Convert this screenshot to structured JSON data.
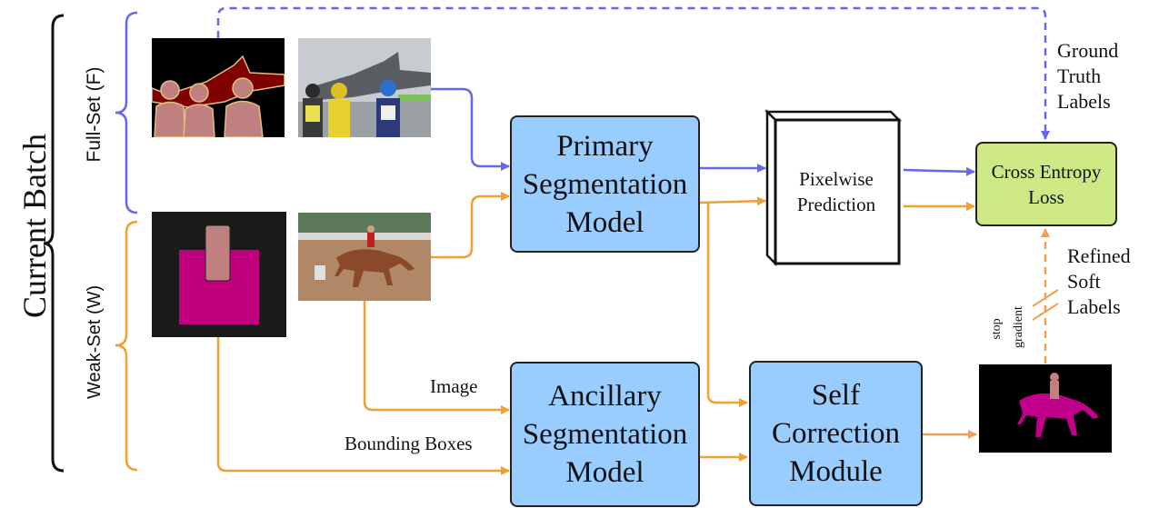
{
  "colors": {
    "full_set": "#6666ee",
    "weak_set": "#f0a030",
    "refined": "#f0a050",
    "model_box": "#99ccff",
    "loss_box": "#cfe886"
  },
  "labels": {
    "current_batch": "Current Batch",
    "full_set": "Full-Set (F)",
    "weak_set": "Weak-Set (W)",
    "ground_truth": "Ground\nTruth\nLabels",
    "refined": "Refined\nSoft\nLabels",
    "stop_gradient_1": "stop",
    "stop_gradient_2": "gradient",
    "image": "Image",
    "bounding_boxes": "Bounding Boxes"
  },
  "nodes": {
    "primary": "Primary\nSegmentation\nModel",
    "ancillary": "Ancillary\nSegmentation\nModel",
    "self_correction": "Self\nCorrection\nModule",
    "prediction": "Pixelwise\nPrediction",
    "loss": "Cross Entropy\nLoss"
  }
}
